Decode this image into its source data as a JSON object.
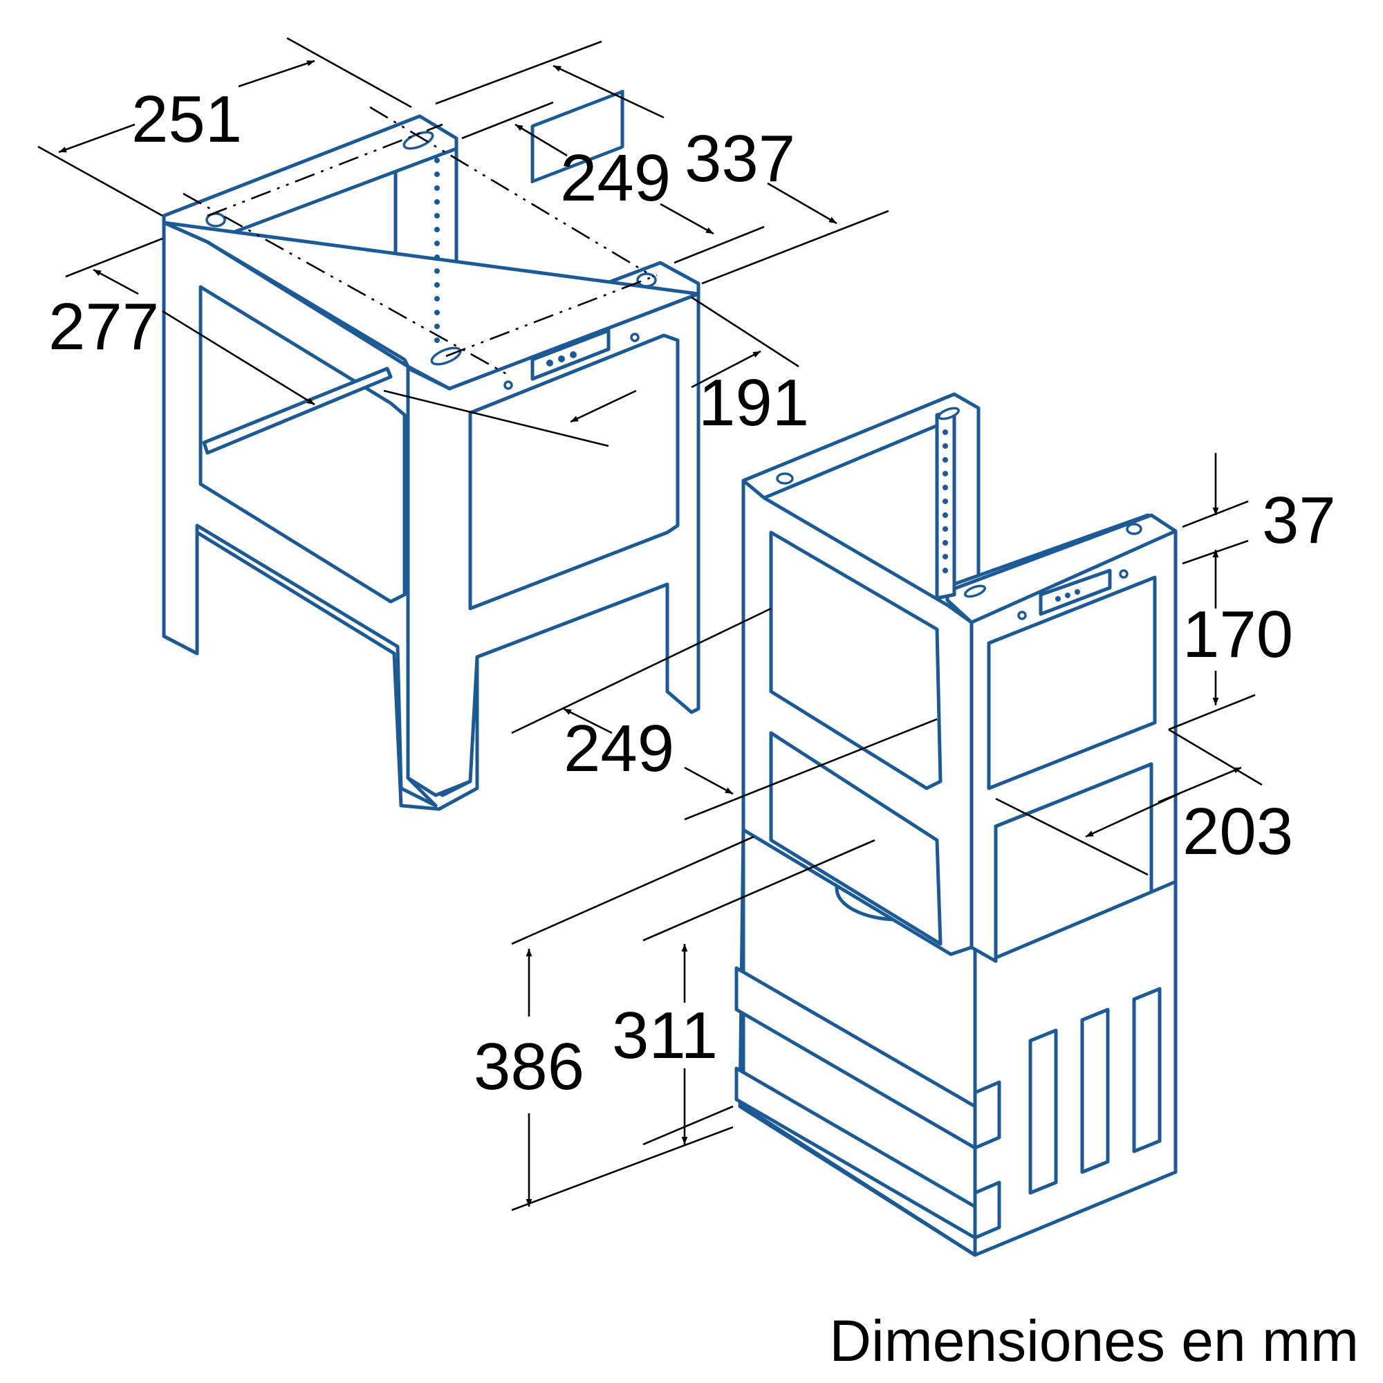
{
  "dimensions": {
    "d251": "251",
    "d337": "337",
    "d249_top": "249",
    "d277": "277",
    "d191": "191",
    "d37": "37",
    "d170": "170",
    "d249_bottom": "249",
    "d203": "203",
    "d386": "386",
    "d311": "311"
  },
  "caption": "Dimensiones en mm",
  "colors": {
    "outline": "#1c5a96",
    "dimension": "#000000"
  }
}
